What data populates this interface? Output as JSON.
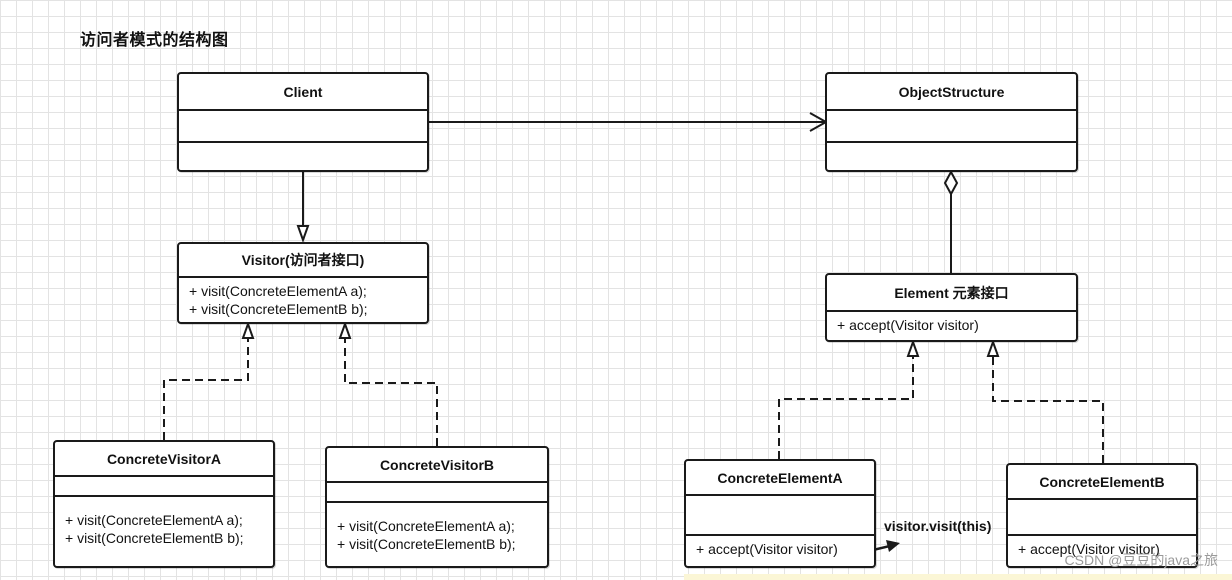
{
  "title": "访问者模式的结构图",
  "classes": {
    "client": {
      "name": "Client"
    },
    "object_structure": {
      "name": "ObjectStructure"
    },
    "visitor": {
      "name": "Visitor(访问者接口)",
      "ops": [
        "+ visit(ConcreteElementA a);",
        "+ visit(ConcreteElementB b);"
      ]
    },
    "element": {
      "name": "Element 元素接口",
      "ops": [
        "+ accept(Visitor visitor)"
      ]
    },
    "concrete_visitor_a": {
      "name": "ConcreteVisitorA",
      "ops": [
        "+ visit(ConcreteElementA a);",
        "+ visit(ConcreteElementB b);"
      ]
    },
    "concrete_visitor_b": {
      "name": "ConcreteVisitorB",
      "ops": [
        "+ visit(ConcreteElementA a);",
        "+ visit(ConcreteElementB b);"
      ]
    },
    "concrete_element_a": {
      "name": "ConcreteElementA",
      "ops": [
        "+ accept(Visitor visitor)"
      ]
    },
    "concrete_element_b": {
      "name": "ConcreteElementB",
      "ops": [
        "+ accept(Visitor visitor)"
      ]
    }
  },
  "note": "visitor.visit(this)",
  "watermark": "CSDN @豆豆的java之旅"
}
